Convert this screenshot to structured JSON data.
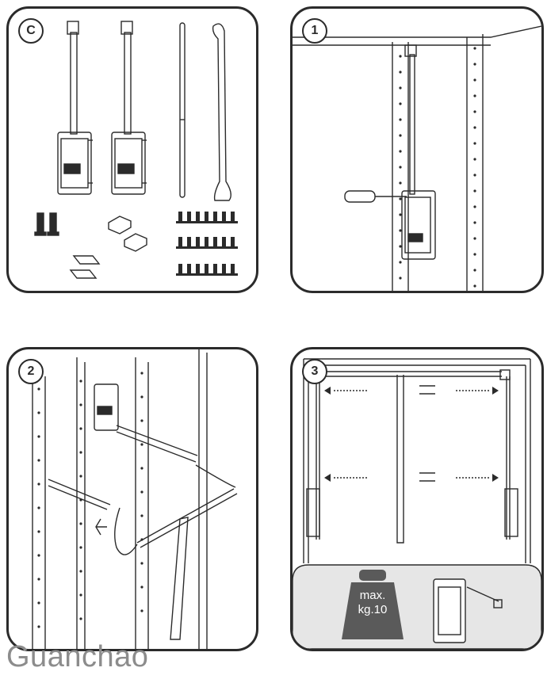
{
  "panels": [
    {
      "step": "C"
    },
    {
      "step": "1"
    },
    {
      "step": "2"
    },
    {
      "step": "3"
    }
  ],
  "weight": {
    "line1": "max.",
    "line2": "kg.10"
  },
  "brand": "Guanchao",
  "colors": {
    "stroke": "#2b2b2b",
    "weight_fill": "#5a5a5a",
    "lower_bg": "#e6e6e6",
    "brand_text": "#8c8c8c"
  }
}
